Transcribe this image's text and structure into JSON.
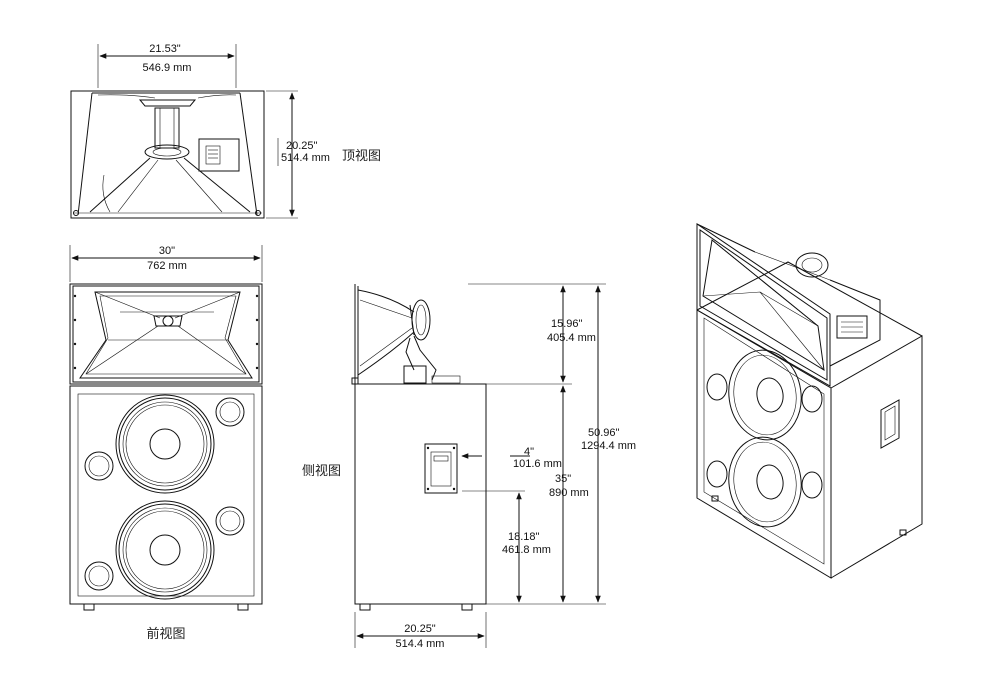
{
  "views": {
    "top": {
      "label": "顶视图",
      "width_in": "21.53\"",
      "width_mm": "546.9 mm",
      "depth_in": "20.25\"",
      "depth_mm": "514.4 mm"
    },
    "front": {
      "label": "前视图",
      "width_in": "30\"",
      "width_mm": "762 mm"
    },
    "side": {
      "label": "侧视图",
      "horn_in": "15.96\"",
      "horn_mm": "405.4 mm",
      "total_in": "50.96\"",
      "total_mm": "1294.4 mm",
      "plate_offset_in": "4\"",
      "plate_offset_mm": "101.6 mm",
      "cabinet_in": "35\"",
      "cabinet_mm": "890 mm",
      "plate_height_in": "18.18\"",
      "plate_height_mm": "461.8 mm",
      "depth_in": "20.25\"",
      "depth_mm": "514.4 mm"
    }
  }
}
